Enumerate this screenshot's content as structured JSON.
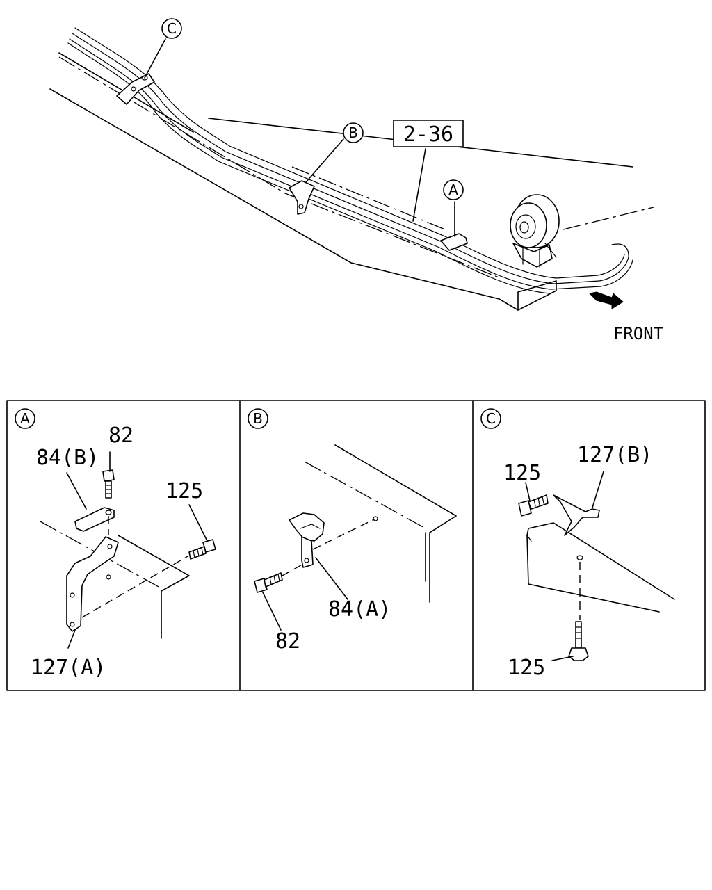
{
  "main_view": {
    "ref_box_label": "2-36",
    "callout_a": "A",
    "callout_b": "B",
    "callout_c": "C",
    "front_label": "FRONT"
  },
  "detail_a": {
    "badge": "A",
    "part_82": "82",
    "part_84b": "84(B)",
    "part_125": "125",
    "part_127a": "127(A)"
  },
  "detail_b": {
    "badge": "B",
    "part_82": "82",
    "part_84a": "84(A)"
  },
  "detail_c": {
    "badge": "C",
    "part_125_top": "125",
    "part_127b": "127(B)",
    "part_125_bottom": "125"
  }
}
